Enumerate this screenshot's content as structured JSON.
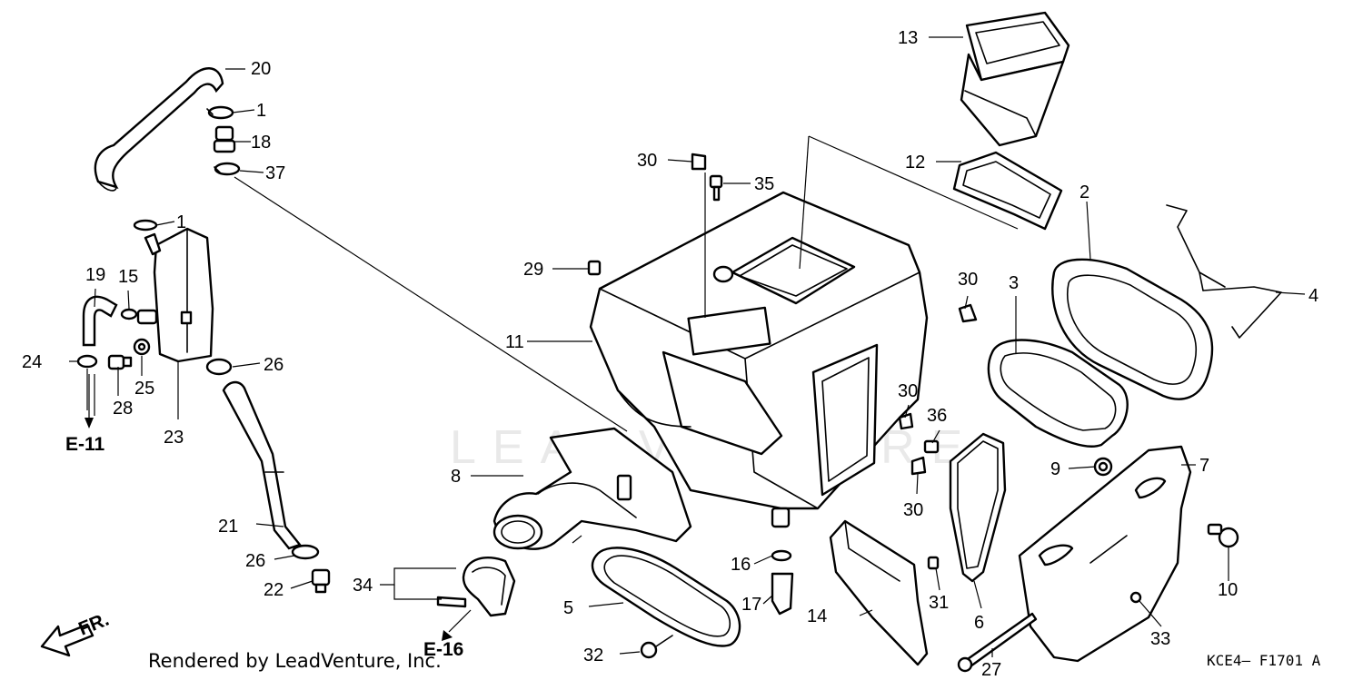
{
  "diagram": {
    "callouts": {
      "c1a": "1",
      "c1b": "1",
      "c2": "2",
      "c3": "3",
      "c4": "4",
      "c5": "5",
      "c6": "6",
      "c7": "7",
      "c8": "8",
      "c9": "9",
      "c10": "10",
      "c11": "11",
      "c12": "12",
      "c13": "13",
      "c14": "14",
      "c15": "15",
      "c16": "16",
      "c17": "17",
      "c18": "18",
      "c19": "19",
      "c20": "20",
      "c21": "21",
      "c22": "22",
      "c23": "23",
      "c24": "24",
      "c25": "25",
      "c26a": "26",
      "c26b": "26",
      "c27": "27",
      "c28": "28",
      "c29": "29",
      "c30a": "30",
      "c30b": "30",
      "c30c": "30",
      "c30d": "30",
      "c31": "31",
      "c32": "32",
      "c33": "33",
      "c34": "34",
      "c35": "35",
      "c36": "36",
      "c37": "37"
    },
    "refs": {
      "e11": "E-11",
      "e16": "E-16"
    },
    "front_arrow_label": "FR.",
    "watermark": "LEADVENTURE",
    "credit": "Rendered by LeadVenture, Inc.",
    "drawing_code": "KCE4—  F1701 A"
  }
}
